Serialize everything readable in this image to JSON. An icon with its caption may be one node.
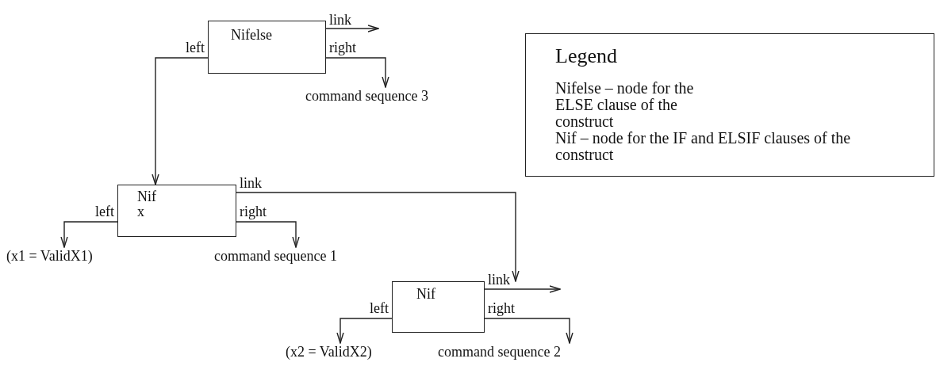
{
  "diagram": {
    "nodes": [
      {
        "text": [
          "Nifelse"
        ]
      },
      {
        "text": [
          "command sequence 3"
        ]
      },
      {
        "text": [
          "Nif",
          "x"
        ]
      },
      {
        "text": [
          "(x1 = ValidX1)"
        ]
      },
      {
        "text": [
          "command sequence 1"
        ]
      },
      {
        "text": [
          "Nif"
        ]
      },
      {
        "text": [
          "(x2 = ValidX2)"
        ]
      },
      {
        "text": [
          "command sequence 2"
        ]
      },
      {
        "text": [
          "Legend",
          "Nifelse – node for the ELSE clause of the construct",
          "Nif – node for the IF and ELSIF clauses of the construct"
        ]
      }
    ],
    "edges": [
      {
        "from": 0,
        "to": null,
        "arrow": "to",
        "label": "link"
      },
      {
        "from": 0,
        "to": 1,
        "arrow": "to",
        "label": "right"
      },
      {
        "from": 0,
        "to": 2,
        "arrow": "to",
        "label": "left"
      },
      {
        "from": 2,
        "to": 3,
        "arrow": "to",
        "label": "left"
      },
      {
        "from": 2,
        "to": 4,
        "arrow": "to",
        "label": "right"
      },
      {
        "from": 2,
        "to": 5,
        "arrow": "to",
        "label": "link"
      },
      {
        "from": 5,
        "to": null,
        "arrow": "to",
        "label": "link"
      },
      {
        "from": 5,
        "to": 6,
        "arrow": "to",
        "label": "left"
      },
      {
        "from": 5,
        "to": 7,
        "arrow": "to",
        "label": "right"
      }
    ]
  }
}
